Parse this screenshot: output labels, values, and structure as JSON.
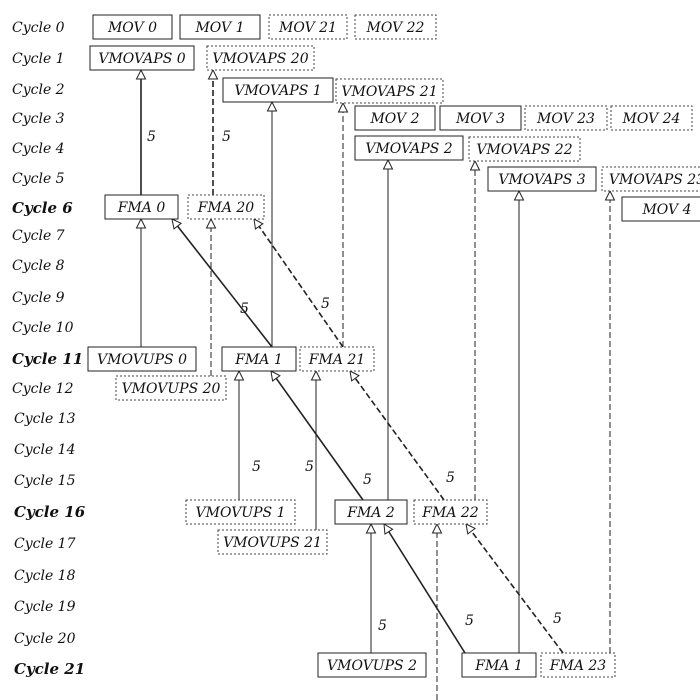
{
  "cycles": [
    {
      "label": "Cycle 0",
      "bold": false
    },
    {
      "label": "Cycle 1",
      "bold": false
    },
    {
      "label": "Cycle 2",
      "bold": false
    },
    {
      "label": "Cycle 3",
      "bold": false
    },
    {
      "label": "Cycle 4",
      "bold": false
    },
    {
      "label": "Cycle 5",
      "bold": false
    },
    {
      "label": "Cycle 6",
      "bold": true
    },
    {
      "label": "Cycle 7",
      "bold": false
    },
    {
      "label": "Cycle 8",
      "bold": false
    },
    {
      "label": "Cycle 9",
      "bold": false
    },
    {
      "label": "Cycle 10",
      "bold": false
    },
    {
      "label": "Cycle 11",
      "bold": true
    },
    {
      "label": "Cycle 12",
      "bold": false
    },
    {
      "label": "Cycle 13",
      "bold": false
    },
    {
      "label": "Cycle 14",
      "bold": false
    },
    {
      "label": "Cycle 15",
      "bold": false
    },
    {
      "label": "Cycle 16",
      "bold": true
    },
    {
      "label": "Cycle 17",
      "bold": false
    },
    {
      "label": "Cycle 18",
      "bold": false
    },
    {
      "label": "Cycle 19",
      "bold": false
    },
    {
      "label": "Cycle 20",
      "bold": false
    },
    {
      "label": "Cycle 21",
      "bold": true
    }
  ],
  "nodes": [
    {
      "id": "mov0",
      "label": "MOV 0",
      "style": "solid"
    },
    {
      "id": "mov1",
      "label": "MOV 1",
      "style": "solid"
    },
    {
      "id": "mov21",
      "label": "MOV 21",
      "style": "dashed"
    },
    {
      "id": "mov22",
      "label": "MOV 22",
      "style": "dashed"
    },
    {
      "id": "vmovaps0",
      "label": "VMOVAPS 0",
      "style": "solid"
    },
    {
      "id": "vmovaps20",
      "label": "VMOVAPS 20",
      "style": "dashed"
    },
    {
      "id": "vmovaps1",
      "label": "VMOVAPS 1",
      "style": "solid"
    },
    {
      "id": "vmovaps21",
      "label": "VMOVAPS 21",
      "style": "dashed"
    },
    {
      "id": "mov2",
      "label": "MOV 2",
      "style": "solid"
    },
    {
      "id": "mov3",
      "label": "MOV 3",
      "style": "solid"
    },
    {
      "id": "mov23",
      "label": "MOV 23",
      "style": "dashed"
    },
    {
      "id": "mov24",
      "label": "MOV 24",
      "style": "dashed"
    },
    {
      "id": "vmovaps2",
      "label": "VMOVAPS 2",
      "style": "solid"
    },
    {
      "id": "vmovaps22",
      "label": "VMOVAPS 22",
      "style": "dashed"
    },
    {
      "id": "vmovaps3",
      "label": "VMOVAPS 3",
      "style": "solid"
    },
    {
      "id": "vmovaps23",
      "label": "VMOVAPS 23",
      "style": "dashed"
    },
    {
      "id": "mov4",
      "label": "MOV 4",
      "style": "solid"
    },
    {
      "id": "fma0",
      "label": "FMA 0",
      "style": "solid"
    },
    {
      "id": "fma20",
      "label": "FMA 20",
      "style": "dashed"
    },
    {
      "id": "vmovups0",
      "label": "VMOVUPS 0",
      "style": "solid"
    },
    {
      "id": "vmovups20",
      "label": "VMOVUPS 20",
      "style": "dashed"
    },
    {
      "id": "fma1a",
      "label": "FMA 1",
      "style": "solid"
    },
    {
      "id": "fma21",
      "label": "FMA 21",
      "style": "dashed"
    },
    {
      "id": "vmovups1",
      "label": "VMOVUPS 1",
      "style": "dashed"
    },
    {
      "id": "vmovups21",
      "label": "VMOVUPS 21",
      "style": "dashed"
    },
    {
      "id": "fma2",
      "label": "FMA 2",
      "style": "solid"
    },
    {
      "id": "fma22",
      "label": "FMA 22",
      "style": "dashed"
    },
    {
      "id": "vmovups2",
      "label": "VMOVUPS 2",
      "style": "solid"
    },
    {
      "id": "fma1b",
      "label": "FMA 1",
      "style": "solid"
    },
    {
      "id": "fma23",
      "label": "FMA 23",
      "style": "dashed"
    }
  ],
  "latency_label": "5"
}
